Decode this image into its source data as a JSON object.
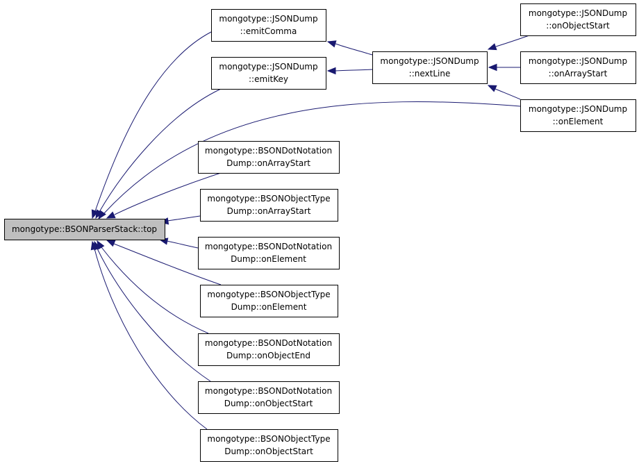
{
  "graph": {
    "nodes": [
      {
        "id": "root",
        "lines": [
          "mongotype::BSONParserStack::top"
        ],
        "highlight": true
      },
      {
        "id": "json-emit-comma",
        "lines": [
          "mongotype::JSONDump",
          "::emitComma"
        ]
      },
      {
        "id": "json-emit-key",
        "lines": [
          "mongotype::JSONDump",
          "::emitKey"
        ]
      },
      {
        "id": "json-next-line",
        "lines": [
          "mongotype::JSONDump",
          "::nextLine"
        ]
      },
      {
        "id": "json-on-object-start",
        "lines": [
          "mongotype::JSONDump",
          "::onObjectStart"
        ]
      },
      {
        "id": "json-on-array-start",
        "lines": [
          "mongotype::JSONDump",
          "::onArrayStart"
        ]
      },
      {
        "id": "json-on-element",
        "lines": [
          "mongotype::JSONDump",
          "::onElement"
        ]
      },
      {
        "id": "dot-on-array-start",
        "lines": [
          "mongotype::BSONDotNotation",
          "Dump::onArrayStart"
        ]
      },
      {
        "id": "objtype-on-array-start",
        "lines": [
          "mongotype::BSONObjectType",
          "Dump::onArrayStart"
        ]
      },
      {
        "id": "dot-on-element",
        "lines": [
          "mongotype::BSONDotNotation",
          "Dump::onElement"
        ]
      },
      {
        "id": "objtype-on-element",
        "lines": [
          "mongotype::BSONObjectType",
          "Dump::onElement"
        ]
      },
      {
        "id": "dot-on-object-end",
        "lines": [
          "mongotype::BSONDotNotation",
          "Dump::onObjectEnd"
        ]
      },
      {
        "id": "dot-on-object-start",
        "lines": [
          "mongotype::BSONDotNotation",
          "Dump::onObjectStart"
        ]
      },
      {
        "id": "objtype-on-object-start",
        "lines": [
          "mongotype::BSONObjectType",
          "Dump::onObjectStart"
        ]
      }
    ],
    "edges": [
      {
        "from": "json-emit-comma",
        "to": "root"
      },
      {
        "from": "json-emit-key",
        "to": "root"
      },
      {
        "from": "json-on-element",
        "to": "root"
      },
      {
        "from": "dot-on-array-start",
        "to": "root"
      },
      {
        "from": "objtype-on-array-start",
        "to": "root"
      },
      {
        "from": "dot-on-element",
        "to": "root"
      },
      {
        "from": "objtype-on-element",
        "to": "root"
      },
      {
        "from": "dot-on-object-end",
        "to": "root"
      },
      {
        "from": "dot-on-object-start",
        "to": "root"
      },
      {
        "from": "objtype-on-object-start",
        "to": "root"
      },
      {
        "from": "json-next-line",
        "to": "json-emit-comma"
      },
      {
        "from": "json-next-line",
        "to": "json-emit-key"
      },
      {
        "from": "json-on-object-start",
        "to": "json-next-line"
      },
      {
        "from": "json-on-array-start",
        "to": "json-next-line"
      },
      {
        "from": "json-on-element",
        "to": "json-next-line"
      }
    ]
  }
}
